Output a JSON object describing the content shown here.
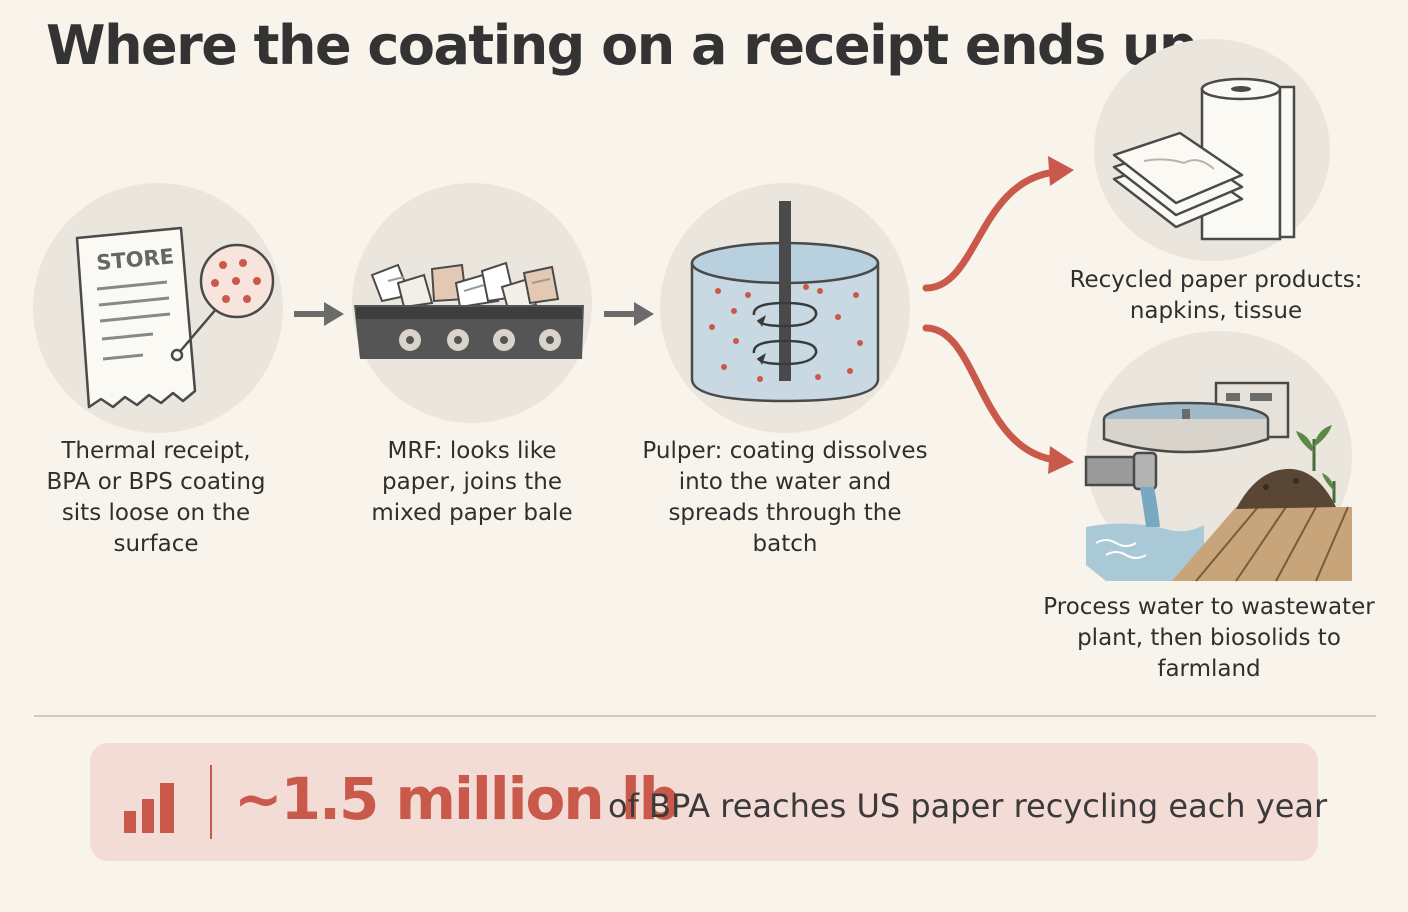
{
  "title": "Where the coating on a receipt ends up",
  "steps": [
    {
      "caption": "Thermal receipt, BPA or BPS coating sits loose on the surface",
      "icon": "receipt-icon",
      "receipt_label": "STORE"
    },
    {
      "caption": "MRF: looks like paper, joins the mixed paper bale",
      "icon": "conveyor-icon"
    },
    {
      "caption": "Pulper: coating dissolves into the water and spreads through the batch",
      "icon": "pulper-tank-icon"
    }
  ],
  "outcomes": [
    {
      "caption": "Recycled paper products: napkins, tissue",
      "icon": "paper-products-icon"
    },
    {
      "caption": "Process water to wastewater plant, then biosolids to farmland",
      "icon": "wastewater-farmland-icon"
    }
  ],
  "stat": {
    "value": "~1.5 million lb",
    "text": "of BPA reaches US paper recycling each year",
    "icon": "bar-chart-icon"
  },
  "colors": {
    "background": "#f8f4ec",
    "accent": "#c9594b",
    "circle": "#ebe6dd",
    "banner": "#f4dcd6",
    "arrow_gray": "#6b6b6b"
  }
}
